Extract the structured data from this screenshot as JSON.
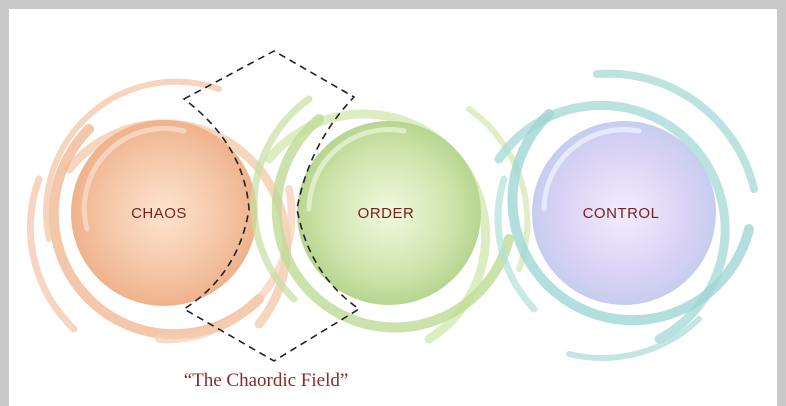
{
  "diagram": {
    "nodes": [
      {
        "id": "chaos",
        "label": "CHAOS",
        "color": "#f1b895",
        "core_color": "#ffe4cf"
      },
      {
        "id": "order",
        "label": "ORDER",
        "color": "#b9d98f",
        "core_color": "#ecf7d6"
      },
      {
        "id": "control",
        "label": "CONTROL",
        "color": "#9fd6d4",
        "core_color": "#e9e4fb"
      }
    ],
    "region_caption": "“The Chaordic Field”",
    "label_color": "#7a2020",
    "border_color": "#c9c9c9"
  }
}
